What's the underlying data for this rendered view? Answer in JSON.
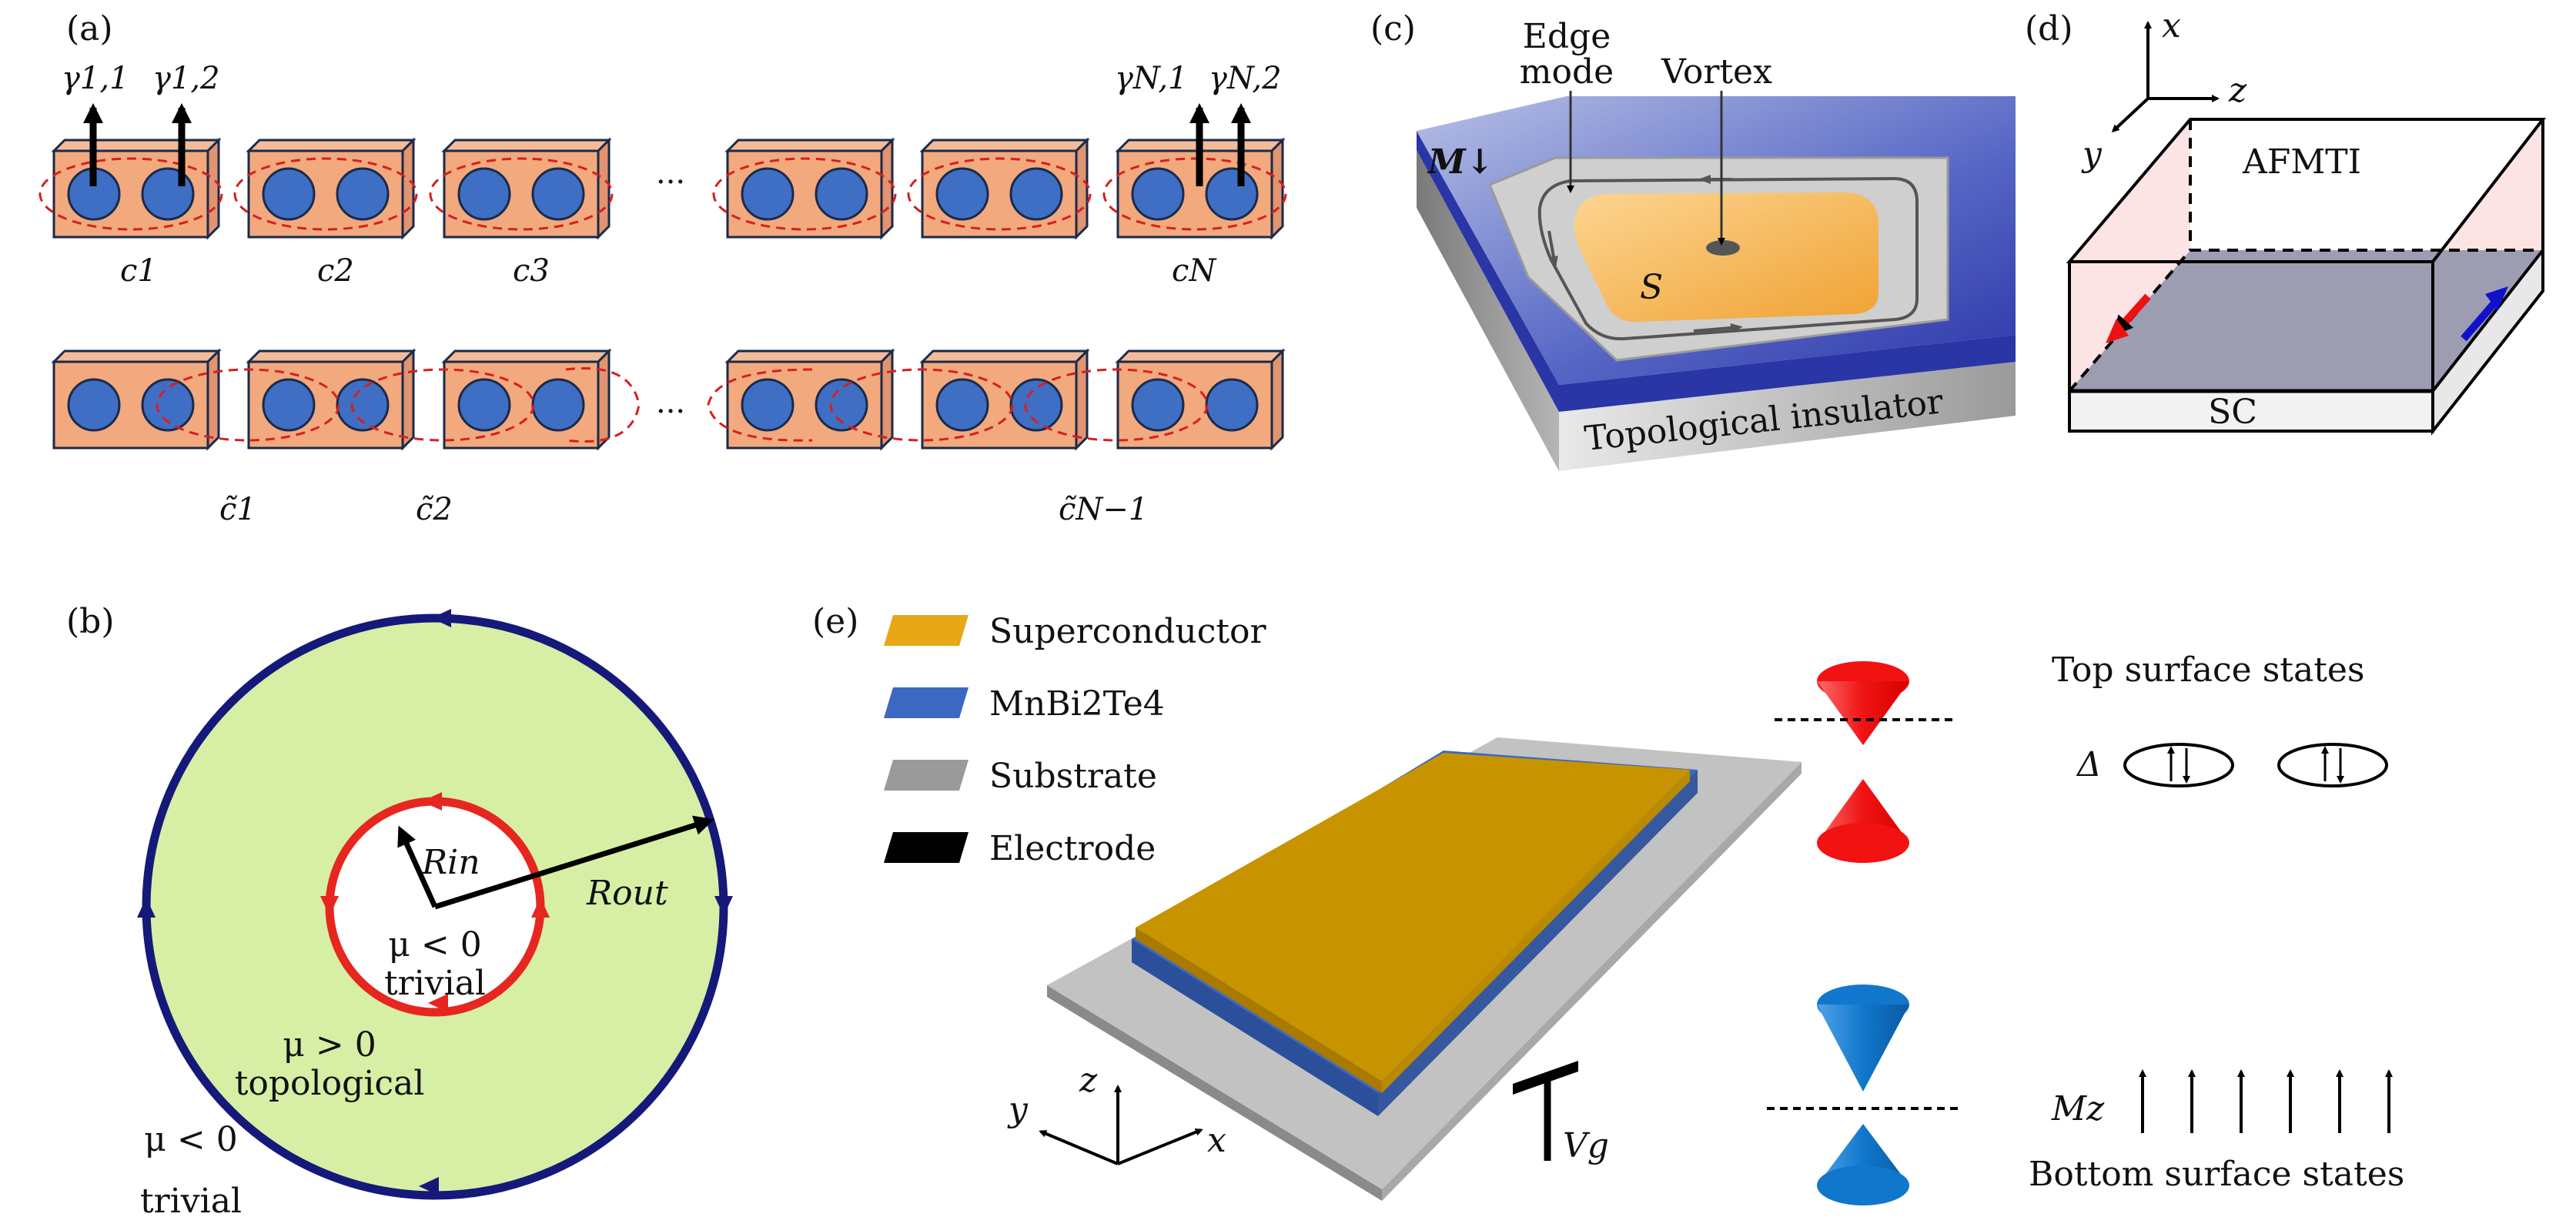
{
  "panels": {
    "a": {
      "label": "(a)",
      "gamma_labels": [
        "γ1,1",
        "γ1,2",
        "γN,1",
        "γN,2"
      ],
      "top_cell_labels": [
        "c1",
        "c2",
        "c3",
        "cN"
      ],
      "bottom_cell_labels": [
        "c̃1",
        "c̃2",
        "c̃N−1"
      ],
      "ellipsis": "···"
    },
    "b": {
      "label": "(b)",
      "r_in": "Rin",
      "r_out": "Rout",
      "inner_region": [
        "μ < 0",
        "trivial"
      ],
      "ring_region": [
        "μ > 0",
        "topological"
      ],
      "outer_region": [
        "μ < 0",
        "trivial"
      ]
    },
    "c": {
      "label": "(c)",
      "edge_mode_label": [
        "Edge",
        "mode"
      ],
      "vortex_label": "Vortex",
      "magnetization_label": "M↓",
      "s_label": "S",
      "substrate_label": "Topological insulator"
    },
    "d": {
      "label": "(d)",
      "axes": [
        "x",
        "z",
        "y"
      ],
      "afmti_label": "AFMTI",
      "sc_label": "SC"
    },
    "e": {
      "label": "(e)",
      "legend": [
        {
          "label": "Superconductor",
          "color": "#e6a817"
        },
        {
          "label": "MnBi2Te4",
          "color": "#3b68c0"
        },
        {
          "label": "Substrate",
          "color": "#9a9a9a"
        },
        {
          "label": "Electrode",
          "color": "#000000"
        }
      ],
      "axes": [
        "z",
        "y",
        "x"
      ],
      "gate_label": "Vg",
      "top_surface_label": "Top surface states",
      "delta_label": "Δ",
      "mz_label": "Mz",
      "bottom_surface_label": "Bottom surface states"
    }
  },
  "colors": {
    "cell_fill": "#f2a97e",
    "site_fill": "#3f6fc4",
    "pair_dash": "#d61f1f",
    "disk_fill": "#d6efa5",
    "outer_ring": "#15197a",
    "inner_ring": "#e6261f",
    "cone_red": "#f01313",
    "cone_blue": "#1177cc"
  }
}
